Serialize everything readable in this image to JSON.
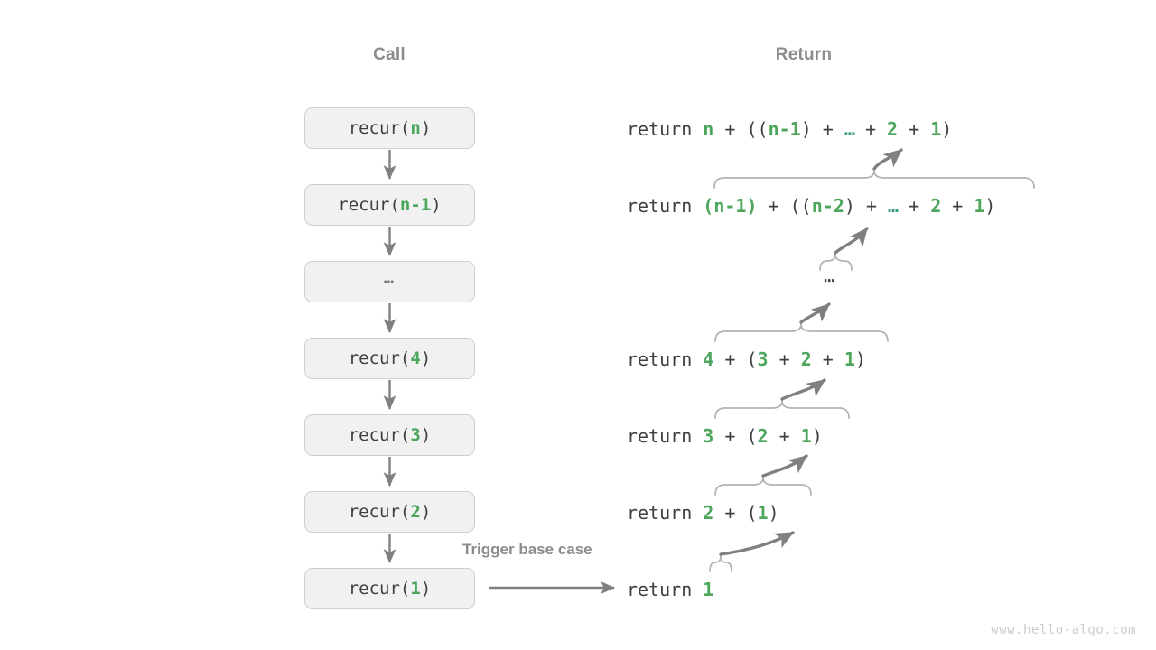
{
  "page": {
    "background": "#ffffff",
    "accent_green": "#4ca65c",
    "text_color": "#3f3f3f",
    "muted_color": "#8c8c8c",
    "box_fill": "#f1f1f1",
    "box_border": "#cfcfcf",
    "arrow_color": "#808080",
    "watermark": "www.hello-algo.com"
  },
  "headers": {
    "call": "Call",
    "return": "Return"
  },
  "call_column": {
    "boxes": [
      {
        "prefix": "recur(",
        "arg": "n",
        "suffix": ")",
        "is_ellipsis": false
      },
      {
        "prefix": "recur(",
        "arg": "n-1",
        "suffix": ")",
        "is_ellipsis": false
      },
      {
        "prefix": "",
        "arg": "...",
        "suffix": "",
        "is_ellipsis": true
      },
      {
        "prefix": "recur(",
        "arg": "4",
        "suffix": ")",
        "is_ellipsis": false
      },
      {
        "prefix": "recur(",
        "arg": "3",
        "suffix": ")",
        "is_ellipsis": false
      },
      {
        "prefix": "recur(",
        "arg": "2",
        "suffix": ")",
        "is_ellipsis": false
      },
      {
        "prefix": "recur(",
        "arg": "1",
        "suffix": ")",
        "is_ellipsis": false
      }
    ]
  },
  "return_column": {
    "keyword": "return",
    "rows": [
      {
        "id": "row-n",
        "expr_plain": "return n + ((n-1) + … + 2 + 1)"
      },
      {
        "id": "row-n1",
        "expr_plain": "return (n-1) + ((n-2) + … + 2 + 1)"
      },
      {
        "id": "row-dots",
        "expr_plain": "..."
      },
      {
        "id": "row-4",
        "expr_plain": "return 4 + (3 + 2 + 1)"
      },
      {
        "id": "row-3",
        "expr_plain": "return 3 + (2 + 1)"
      },
      {
        "id": "row-2",
        "expr_plain": "return 2 + (1)"
      },
      {
        "id": "row-1",
        "expr_plain": "return 1"
      }
    ]
  },
  "annotations": {
    "trigger_base_case": "Trigger base case"
  }
}
